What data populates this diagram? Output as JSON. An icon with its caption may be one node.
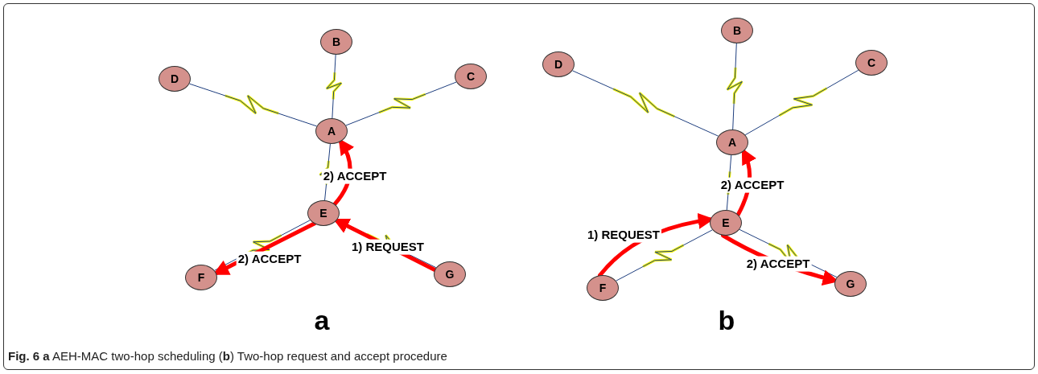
{
  "diagram": {
    "caption": "**Fig. 6** **a** AEH-MAC two-hop scheduling (**b**) Two-hop request and accept procedure",
    "nodes": [
      {
        "text": [
          "B"
        ]
      },
      {
        "text": [
          "D"
        ]
      },
      {
        "text": [
          "C"
        ]
      },
      {
        "text": [
          "A"
        ]
      },
      {
        "text": [
          "E"
        ]
      },
      {
        "text": [
          "F"
        ]
      },
      {
        "text": [
          "G"
        ]
      },
      {
        "text": [
          "B"
        ]
      },
      {
        "text": [
          "D"
        ]
      },
      {
        "text": [
          "C"
        ]
      },
      {
        "text": [
          "A"
        ]
      },
      {
        "text": [
          "E"
        ]
      },
      {
        "text": [
          "F"
        ]
      },
      {
        "text": [
          "G"
        ]
      }
    ],
    "edges": [
      {
        "from": 3,
        "to": 0,
        "arrow": "none"
      },
      {
        "from": 3,
        "to": 1,
        "arrow": "none"
      },
      {
        "from": 3,
        "to": 2,
        "arrow": "none"
      },
      {
        "from": 3,
        "to": 4,
        "arrow": "none"
      },
      {
        "from": 4,
        "to": 5,
        "arrow": "none"
      },
      {
        "from": 4,
        "to": 6,
        "arrow": "none"
      },
      {
        "from": 6,
        "to": 4,
        "arrow": "to",
        "label": "1) REQUEST",
        "style": "thick",
        "color": "#ff0000"
      },
      {
        "from": 4,
        "to": 3,
        "arrow": "to",
        "label": "2) ACCEPT",
        "style": "thick",
        "color": "#ff0000"
      },
      {
        "from": 4,
        "to": 5,
        "arrow": "to",
        "label": "2) ACCEPT",
        "style": "thick",
        "color": "#ff0000"
      },
      {
        "from": 10,
        "to": 7,
        "arrow": "none"
      },
      {
        "from": 10,
        "to": 8,
        "arrow": "none"
      },
      {
        "from": 10,
        "to": 9,
        "arrow": "none"
      },
      {
        "from": 10,
        "to": 11,
        "arrow": "none"
      },
      {
        "from": 11,
        "to": 12,
        "arrow": "none"
      },
      {
        "from": 11,
        "to": 13,
        "arrow": "none"
      },
      {
        "from": 12,
        "to": 11,
        "arrow": "to",
        "label": "1) REQUEST",
        "style": "thick",
        "color": "#ff0000"
      },
      {
        "from": 11,
        "to": 10,
        "arrow": "to",
        "label": "2) ACCEPT",
        "style": "thick",
        "color": "#ff0000"
      },
      {
        "from": 11,
        "to": 13,
        "arrow": "to",
        "label": "2) ACCEPT",
        "style": "thick",
        "color": "#ff0000"
      }
    ],
    "labels": [
      "a",
      "b"
    ]
  }
}
